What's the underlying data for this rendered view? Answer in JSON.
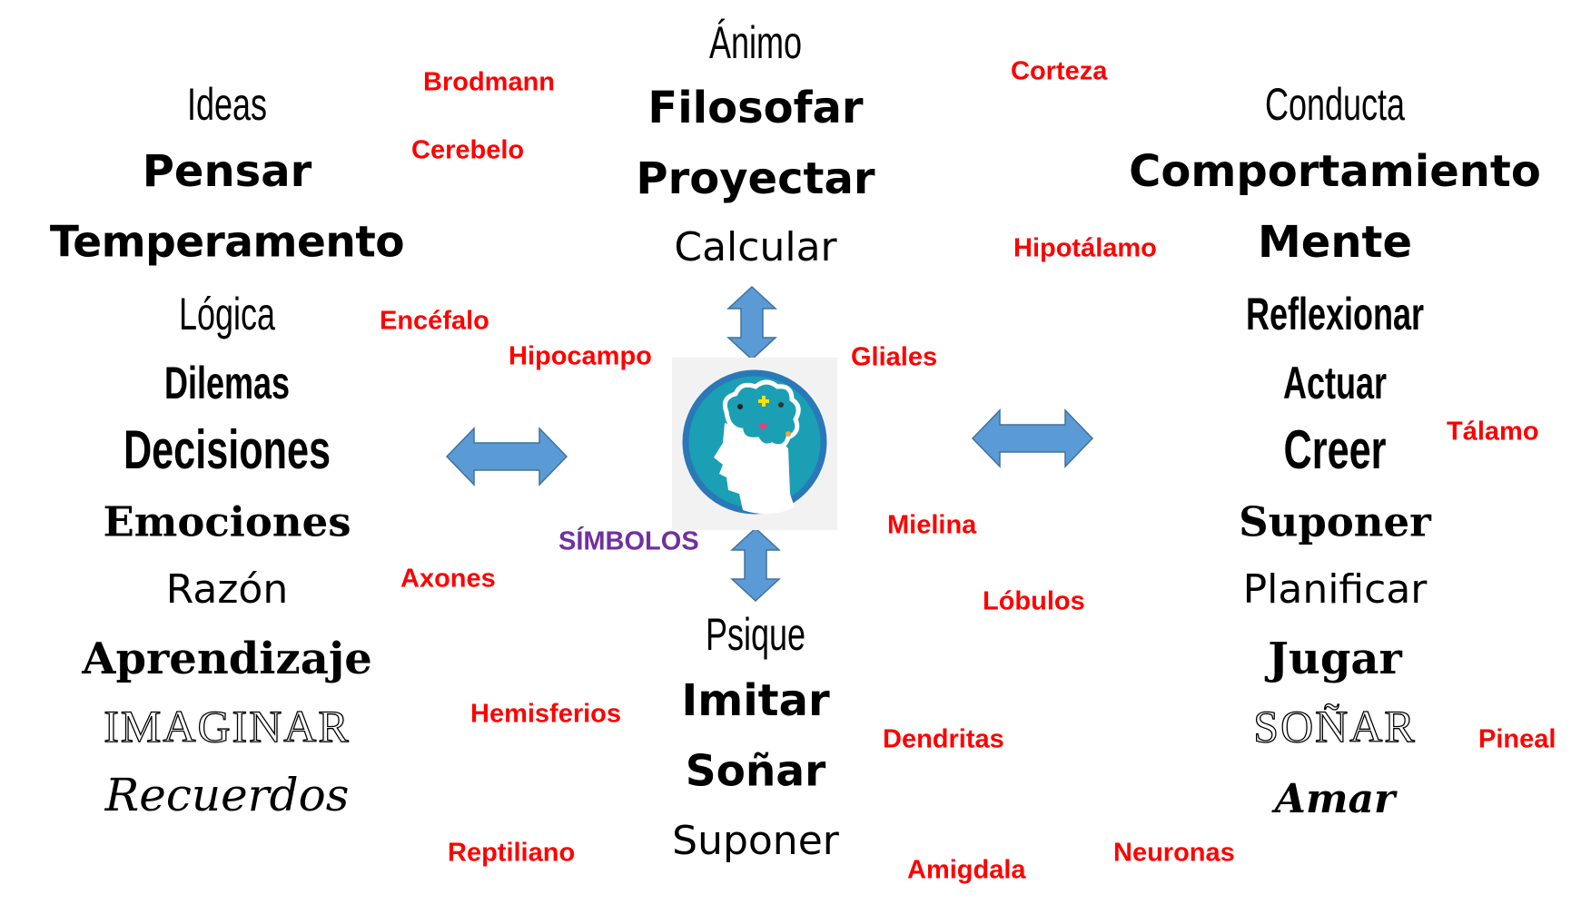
{
  "diagram": {
    "center_icon": "brain-head-icon",
    "colors": {
      "concept_red": "#ff0000",
      "symbol_purple": "#7030a0",
      "arrow_blue": "#5b9bd5",
      "icon_teal": "#1a9fb4",
      "icon_ring": "#2a78b8"
    },
    "left_column": [
      "Ideas",
      "Pensar",
      "Temperamento",
      "Lógica",
      "Dilemas",
      "Decisiones",
      "Emociones",
      "Razón",
      "Aprendizaje",
      "IMAGINAR",
      "Recuerdos"
    ],
    "top_column": [
      "Ánimo",
      "Filosofar",
      "Proyectar",
      "Calcular"
    ],
    "bottom_column": [
      "Psique",
      "Imitar",
      "Soñar",
      "Suponer"
    ],
    "right_column": [
      "Conducta",
      "Comportamiento",
      "Mente",
      "Reflexionar",
      "Actuar",
      "Creer",
      "Suponer",
      "Planificar",
      "Jugar",
      "SOÑAR",
      "Amar"
    ],
    "red_terms": [
      "Brodmann",
      "Cerebelo",
      "Encéfalo",
      "Hipocampo",
      "Axones",
      "Hemisferios",
      "Reptiliano",
      "Corteza",
      "Hipotálamo",
      "Gliales",
      "Mielina",
      "Lóbulos",
      "Tálamo",
      "Dendritas",
      "Pineal",
      "Amigdala",
      "Neuronas"
    ],
    "symbols_label": "SÍMBOLOS"
  }
}
